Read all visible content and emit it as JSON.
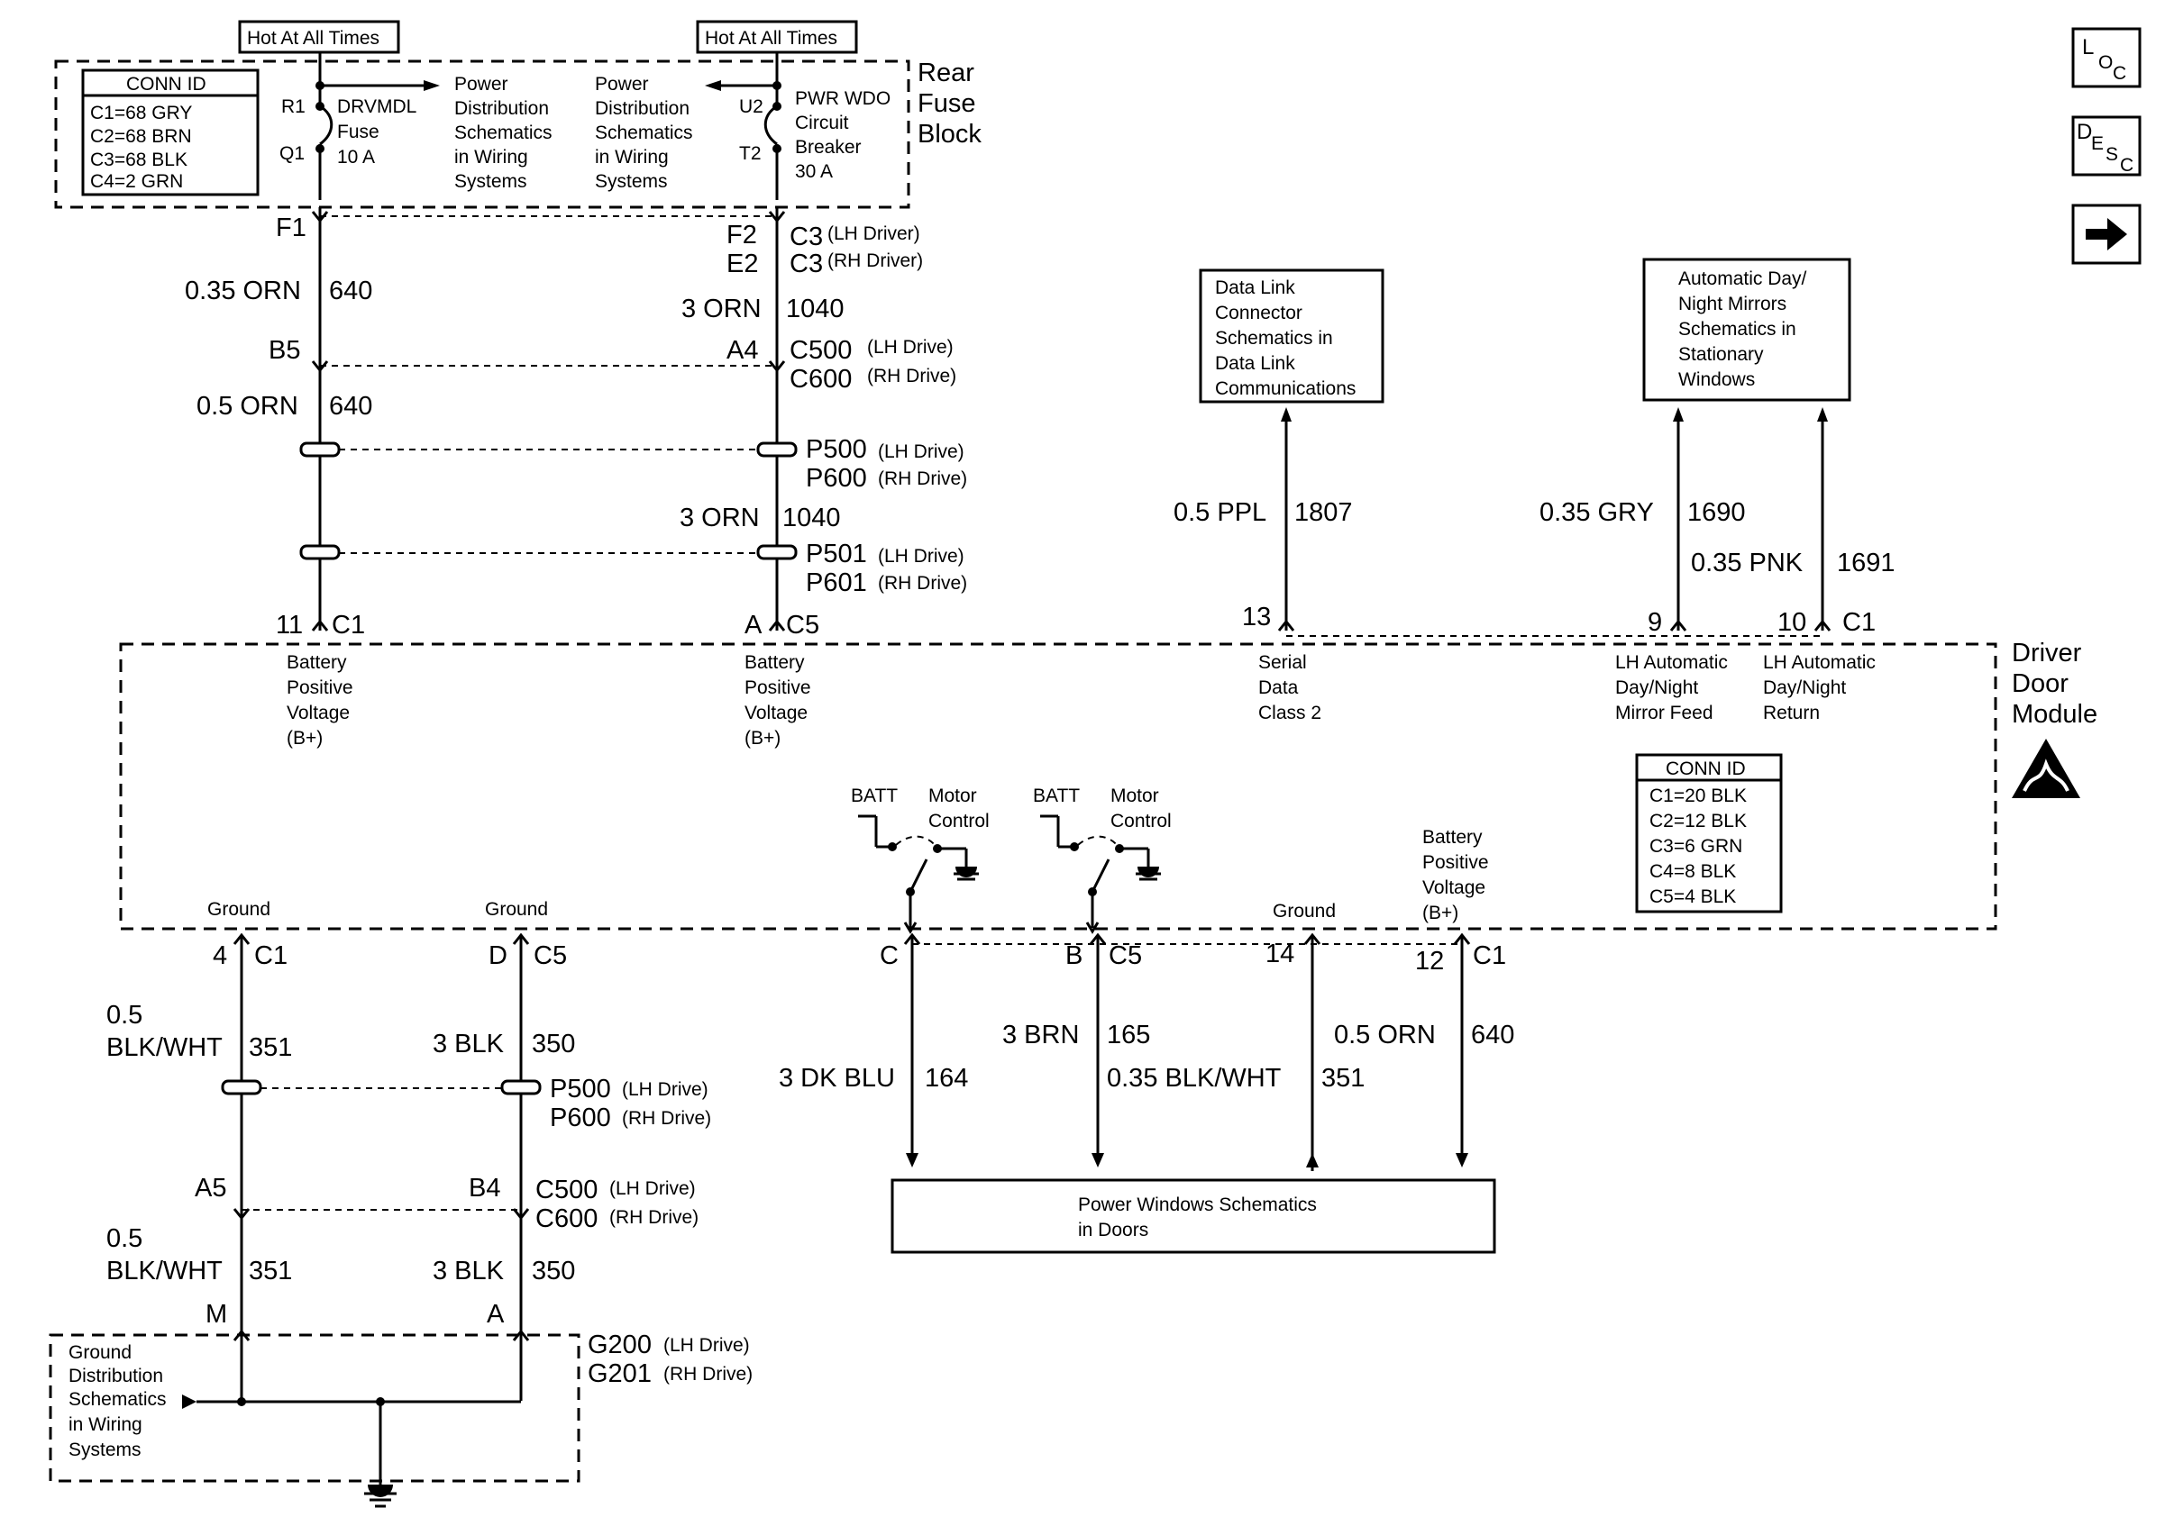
{
  "nav": {
    "loc_main": "L",
    "loc_sub": "O",
    "loc_sub2": "C",
    "desc_main": "D",
    "desc_sub": "E",
    "desc_sub2": "S",
    "desc_sub3": "C",
    "next_icon": "arrow-right-icon"
  },
  "fuse_block": {
    "label_line1": "Rear",
    "label_line2": "Fuse",
    "label_line3": "Block",
    "hot1": "Hot At All Times",
    "hot2": "Hot At All Times",
    "conn_id": {
      "title": "CONN ID",
      "rows": [
        "C1=68 GRY",
        "C2=68 BRN",
        "C3=68 BLK",
        "C4=2 GRN"
      ]
    },
    "fuse": {
      "pin_top": "R1",
      "pin_bottom": "Q1",
      "name": [
        "DRVMDL",
        "Fuse",
        "10 A"
      ],
      "ref": [
        "Power",
        "Distribution",
        "Schematics",
        "in Wiring",
        "Systems"
      ]
    },
    "breaker": {
      "pin_top": "U2",
      "pin_bottom": "T2",
      "name": [
        "PWR WDO",
        "Circuit",
        "Breaker",
        "30 A"
      ],
      "ref": [
        "Power",
        "Distribution",
        "Schematics",
        "in Wiring",
        "Systems"
      ]
    }
  },
  "left_feed": {
    "conn_f1": "F1",
    "wire1_color": "0.35 ORN",
    "wire1_circuit": "640",
    "conn_b5": "B5",
    "wire2_color": "0.5 ORN",
    "wire2_circuit": "640",
    "pin": "11",
    "conn": "C1"
  },
  "right_feed": {
    "pin_f2": "F2",
    "pin_e2": "E2",
    "conn_c3_lh": "C3",
    "conn_c3_lh_sub": "(LH Driver)",
    "conn_c3_rh": "C3",
    "conn_c3_rh_sub": "(RH Driver)",
    "wire1_color": "3 ORN",
    "wire1_circuit": "1040",
    "pin_a4": "A4",
    "conn_c500": "C500",
    "conn_c500_sub": "(LH Drive)",
    "conn_c600": "C600",
    "conn_c600_sub": "(RH Drive)",
    "conn_p500": "P500",
    "conn_p500_sub": "(LH Drive)",
    "conn_p600": "P600",
    "conn_p600_sub": "(RH Drive)",
    "wire2_color": "3 ORN",
    "wire2_circuit": "1040",
    "conn_p501": "P501",
    "conn_p501_sub": "(LH Drive)",
    "conn_p601": "P601",
    "conn_p601_sub": "(RH Drive)",
    "pin": "A",
    "conn": "C5"
  },
  "ref_boxes": {
    "data_link": [
      "Data Link",
      "Connector",
      "Schematics in",
      "Data Link",
      "Communications"
    ],
    "mirrors": [
      "Automatic Day/",
      "Night Mirrors",
      "Schematics in",
      "Stationary",
      "Windows"
    ],
    "power_windows": [
      "Power Windows Schematics",
      "in Doors"
    ]
  },
  "upper_wires": {
    "ppl_color": "0.5 PPL",
    "ppl_circuit": "1807",
    "gry_color": "0.35 GRY",
    "gry_circuit": "1690",
    "pnk_color": "0.35 PNK",
    "pnk_circuit": "1691",
    "pin13": "13",
    "pin9": "9",
    "pin10": "10",
    "conn_c1": "C1"
  },
  "module": {
    "name": [
      "Driver",
      "Door",
      "Module"
    ],
    "esd_icon": "esd-sensitive-icon",
    "term_b1": [
      "Battery",
      "Positive",
      "Voltage",
      "(B+)"
    ],
    "term_b2": [
      "Battery",
      "Positive",
      "Voltage",
      "(B+)"
    ],
    "term_serial": [
      "Serial",
      "Data",
      "Class 2"
    ],
    "term_feed": [
      "LH Automatic",
      "Day/Night",
      "Mirror Feed"
    ],
    "term_return": [
      "LH Automatic",
      "Day/Night",
      "Return"
    ],
    "term_b3": [
      "Battery",
      "Positive",
      "Voltage",
      "(B+)"
    ],
    "ground1": "Ground",
    "ground2": "Ground",
    "ground3": "Ground",
    "batt1": "BATT",
    "motor1": [
      "Motor",
      "Control"
    ],
    "batt2": "BATT",
    "motor2": [
      "Motor",
      "Control"
    ],
    "conn_id": {
      "title": "CONN ID",
      "rows": [
        "C1=20 BLK",
        "C2=12 BLK",
        "C3=6 GRN",
        "C4=8 BLK",
        "C5=4 BLK"
      ]
    }
  },
  "lower_ground": {
    "pin4": "4",
    "conn_c1": "C1",
    "pinD": "D",
    "conn_c5": "C5",
    "w1_color_a": "0.5",
    "w1_color_b": "BLK/WHT",
    "w1_circuit": "351",
    "w2_color": "3 BLK",
    "w2_circuit": "350",
    "conn_p500": "P500",
    "conn_p500_sub": "(LH Drive)",
    "conn_p600": "P600",
    "conn_p600_sub": "(RH Drive)",
    "pin_a5": "A5",
    "pin_b4": "B4",
    "conn_c500": "C500",
    "conn_c500_sub": "(LH Drive)",
    "conn_c600": "C600",
    "conn_c600_sub": "(RH Drive)",
    "w3_color_a": "0.5",
    "w3_color_b": "BLK/WHT",
    "w3_circuit": "351",
    "w4_color": "3 BLK",
    "w4_circuit": "350",
    "pinM": "M",
    "pinA": "A",
    "g200": "G200",
    "g200_sub": "(LH Drive)",
    "g201": "G201",
    "g201_sub": "(RH Drive)",
    "ground_ref": [
      "Ground",
      "Distribution",
      "Schematics",
      "in Wiring",
      "Systems"
    ]
  },
  "lower_power": {
    "pinC": "C",
    "pinB": "B",
    "conn_c5": "C5",
    "pin14": "14",
    "pin12": "12",
    "conn_c1": "C1",
    "blu_color": "3 DK BLU",
    "blu_circuit": "164",
    "brn_color": "3 BRN",
    "brn_circuit": "165",
    "blkwht_color": "0.35 BLK/WHT",
    "blkwht_circuit": "351",
    "orn_color": "0.5 ORN",
    "orn_circuit": "640"
  }
}
